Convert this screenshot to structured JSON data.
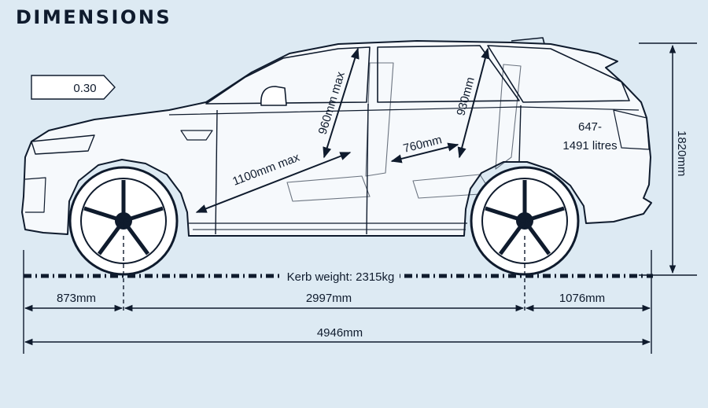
{
  "title": "DIMENSIONS",
  "drag_coefficient": "0.30",
  "interior": {
    "front_diagonal": "1100mm max",
    "front_headroom": "960mm max",
    "rear_legroom": "760mm",
    "rear_headroom": "930mm"
  },
  "boot_capacity": {
    "line1": "647-",
    "line2": "1491 litres"
  },
  "height": "1820mm",
  "kerb_weight": "Kerb weight: 2315kg",
  "front_overhang": "873mm",
  "wheelbase": "2997mm",
  "rear_overhang": "1076mm",
  "overall_length": "4946mm",
  "colors": {
    "background": "#ddeaf3",
    "ink": "#0f1b2d",
    "boot_fill": "#5a7796"
  }
}
